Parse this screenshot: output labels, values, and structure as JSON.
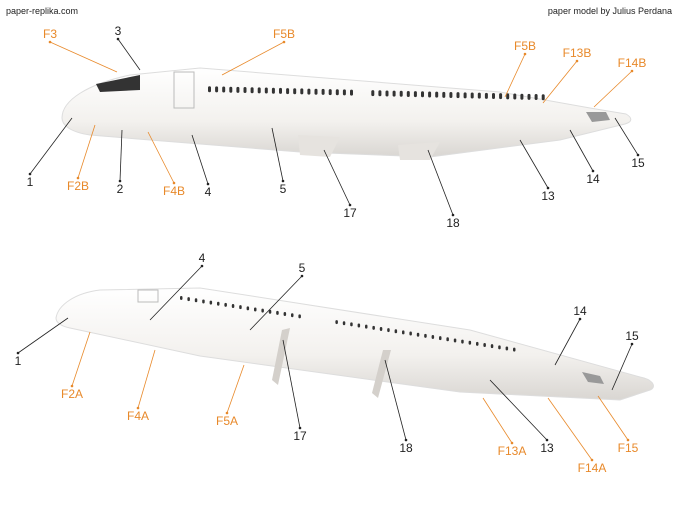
{
  "header": {
    "site": "paper-replika.com",
    "credit": "paper model by Julius Perdana"
  },
  "colors": {
    "part_label": "#222222",
    "former_label": "#e8892a",
    "fuselage": "#f4f2ef"
  },
  "top_view_labels": [
    "F3",
    "3",
    "F5B",
    "F5B",
    "F13B",
    "F14B",
    "1",
    "F2B",
    "2",
    "F4B",
    "4",
    "5",
    "17",
    "18",
    "13",
    "14",
    "15"
  ],
  "bottom_view_labels": [
    "4",
    "5",
    "14",
    "15",
    "1",
    "F2A",
    "F4A",
    "F5A",
    "17",
    "18",
    "F13A",
    "13",
    "F14A",
    "F15"
  ]
}
